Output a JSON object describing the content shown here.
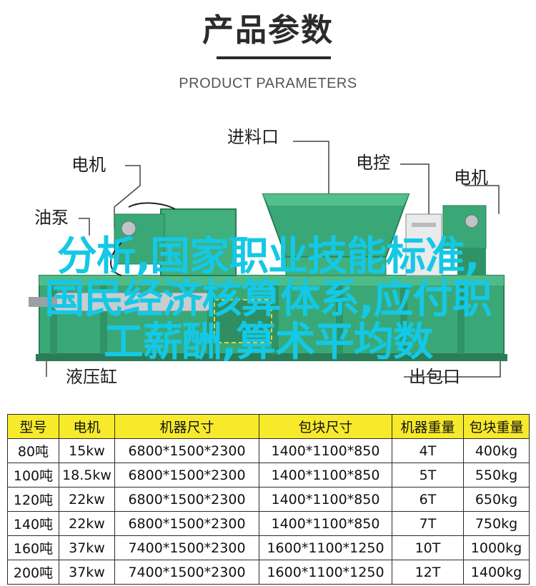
{
  "header": {
    "title": "产品参数",
    "subtitle": "PRODUCT PARAMETERS"
  },
  "callouts": {
    "motor_left": "电机",
    "oil_pump": "油泵",
    "feed_inlet": "进料口",
    "electric_control": "电控",
    "motor_right": "电机",
    "hydraulic_cylinder": "液压缸",
    "bale_outlet": "出包口"
  },
  "overlay": {
    "line1": "分析,国家职业技能标准,",
    "line2": "国民经济核算体系,应付职",
    "line3": "工薪酬,算术平均数"
  },
  "colors": {
    "machine_green": "#3aa876",
    "overlay_cyan": "#14c8e6",
    "table_header": "#f7ea2b"
  },
  "table": {
    "headers": [
      "型号",
      "电机",
      "机器尺寸",
      "包块尺寸",
      "机器重量",
      "包块重量"
    ],
    "rows": [
      [
        "80吨",
        "15kw",
        "6800*1500*2300",
        "1400*1100*850",
        "4T",
        "400kg"
      ],
      [
        "100吨",
        "18.5kw",
        "6800*1500*2300",
        "1400*1100*850",
        "5T",
        "550kg"
      ],
      [
        "120吨",
        "22kw",
        "6800*1500*2300",
        "1400*1100*850",
        "6T",
        "650kg"
      ],
      [
        "140吨",
        "22kw",
        "6800*1500*2300",
        "1400*1100*850",
        "7T",
        "750kg"
      ],
      [
        "160吨",
        "37kw",
        "7400*1500*2300",
        "1600*1100*1250",
        "10T",
        "1000kg"
      ],
      [
        "200吨",
        "37kw",
        "7400*1500*2300",
        "1600*1100*1250",
        "12T",
        "1400kg"
      ]
    ]
  }
}
